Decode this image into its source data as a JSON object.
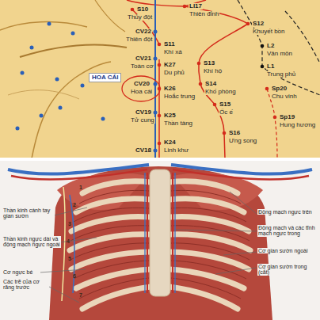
{
  "diagram": {
    "labels": [
      "S10",
      "Thủy đột",
      "LI17",
      "Thiên đỉnh",
      "CV22",
      "Thiên đột",
      "S12",
      "Khuyết bồn",
      "S11",
      "Khí xá",
      "L2",
      "Vân môn",
      "CV21",
      "Toàn cơ",
      "K27",
      "Du phủ",
      "S13",
      "Khí hộ",
      "L1",
      "Trung phủ",
      "HOA CÁI",
      "CV20",
      "Hoa cái",
      "S14",
      "Khố phòng",
      "K26",
      "Hoắc trung",
      "Sp20",
      "Chu vinh",
      "S15",
      "Ốc ế",
      "K25",
      "Thần tàng",
      "Sp19",
      "Hung hương",
      "CV19",
      "Tử cung",
      "S16",
      "Ưng song",
      "K24",
      "Linh khư",
      "CV18",
      "1",
      "2",
      "3",
      "4",
      "5",
      "6",
      "7",
      "Thần kinh cánh tay gian sườn",
      "Thần kinh ngực dài và động mạch ngực ngoài",
      "Cơ ngực bé",
      "Các trẽ của cơ răng trước",
      "Động mạch ngực trên",
      "Động mạch và các tĩnh mạch ngực trong",
      "Cơ gian sườn ngoài",
      "Cơ gian sườn trong (cắt)"
    ]
  }
}
